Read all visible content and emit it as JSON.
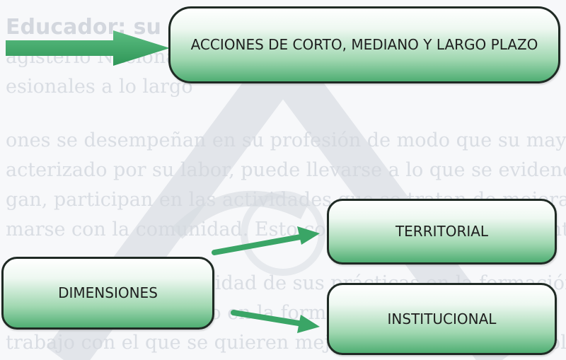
{
  "nodes": {
    "acciones": "ACCIONES DE CORTO, MEDIANO Y LARGO PLAZO",
    "territorial": "TERRITORIAL",
    "dimensiones": "DIMENSIONES",
    "institucional": "INSTITUCIONAL"
  },
  "background_text": {
    "heading": "Educador: su posición",
    "lines": [
      "agisterio Nacional en",
      "esionales a lo largo",
      "ones se desempeñan en su profesión de modo que su mayoría se",
      "acterizado por su labor, puede llevarse a lo que se evidencie a",
      "gan, participan en las actividades que se tratan de mejorar",
      "marse con la comunidad. Esto con el fin de que los docentes",
      "Sus funciones y la calidad de sus prácticas en la formación",
      "ulo que le es asignado en la formación de su función",
      "trabajo con el que se quieren mejorar los ambientes escolares"
    ]
  },
  "colors": {
    "arrow_green": "#3aa566",
    "border": "#1f2a24",
    "node_gradient_bottom": "#4fae73"
  }
}
